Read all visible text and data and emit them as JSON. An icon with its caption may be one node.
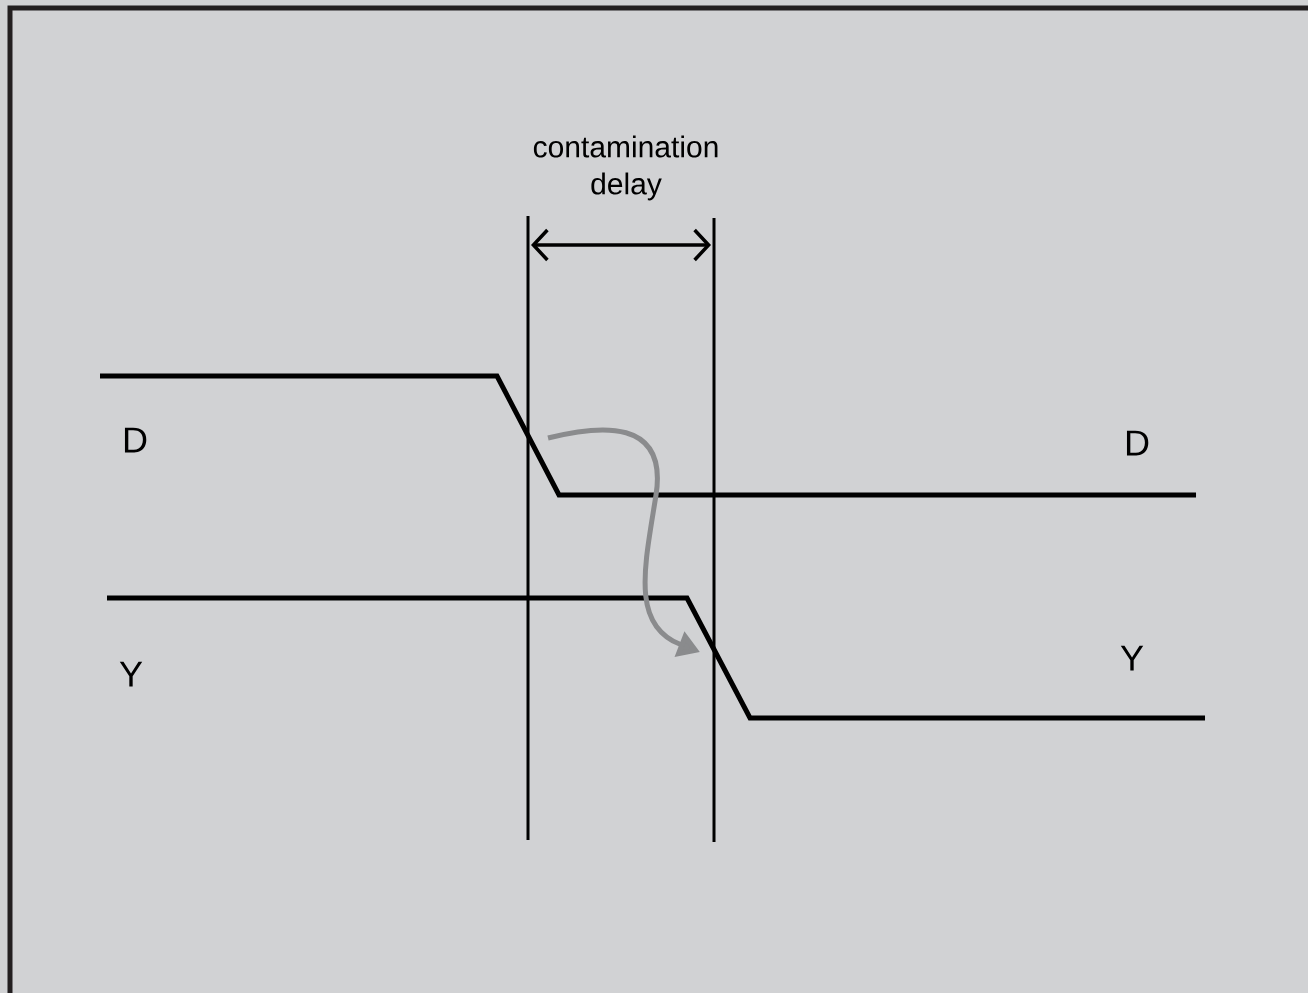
{
  "diagram": {
    "labels": [
      "contamination delay",
      "D",
      "D",
      "Y",
      "Y"
    ]
  }
}
